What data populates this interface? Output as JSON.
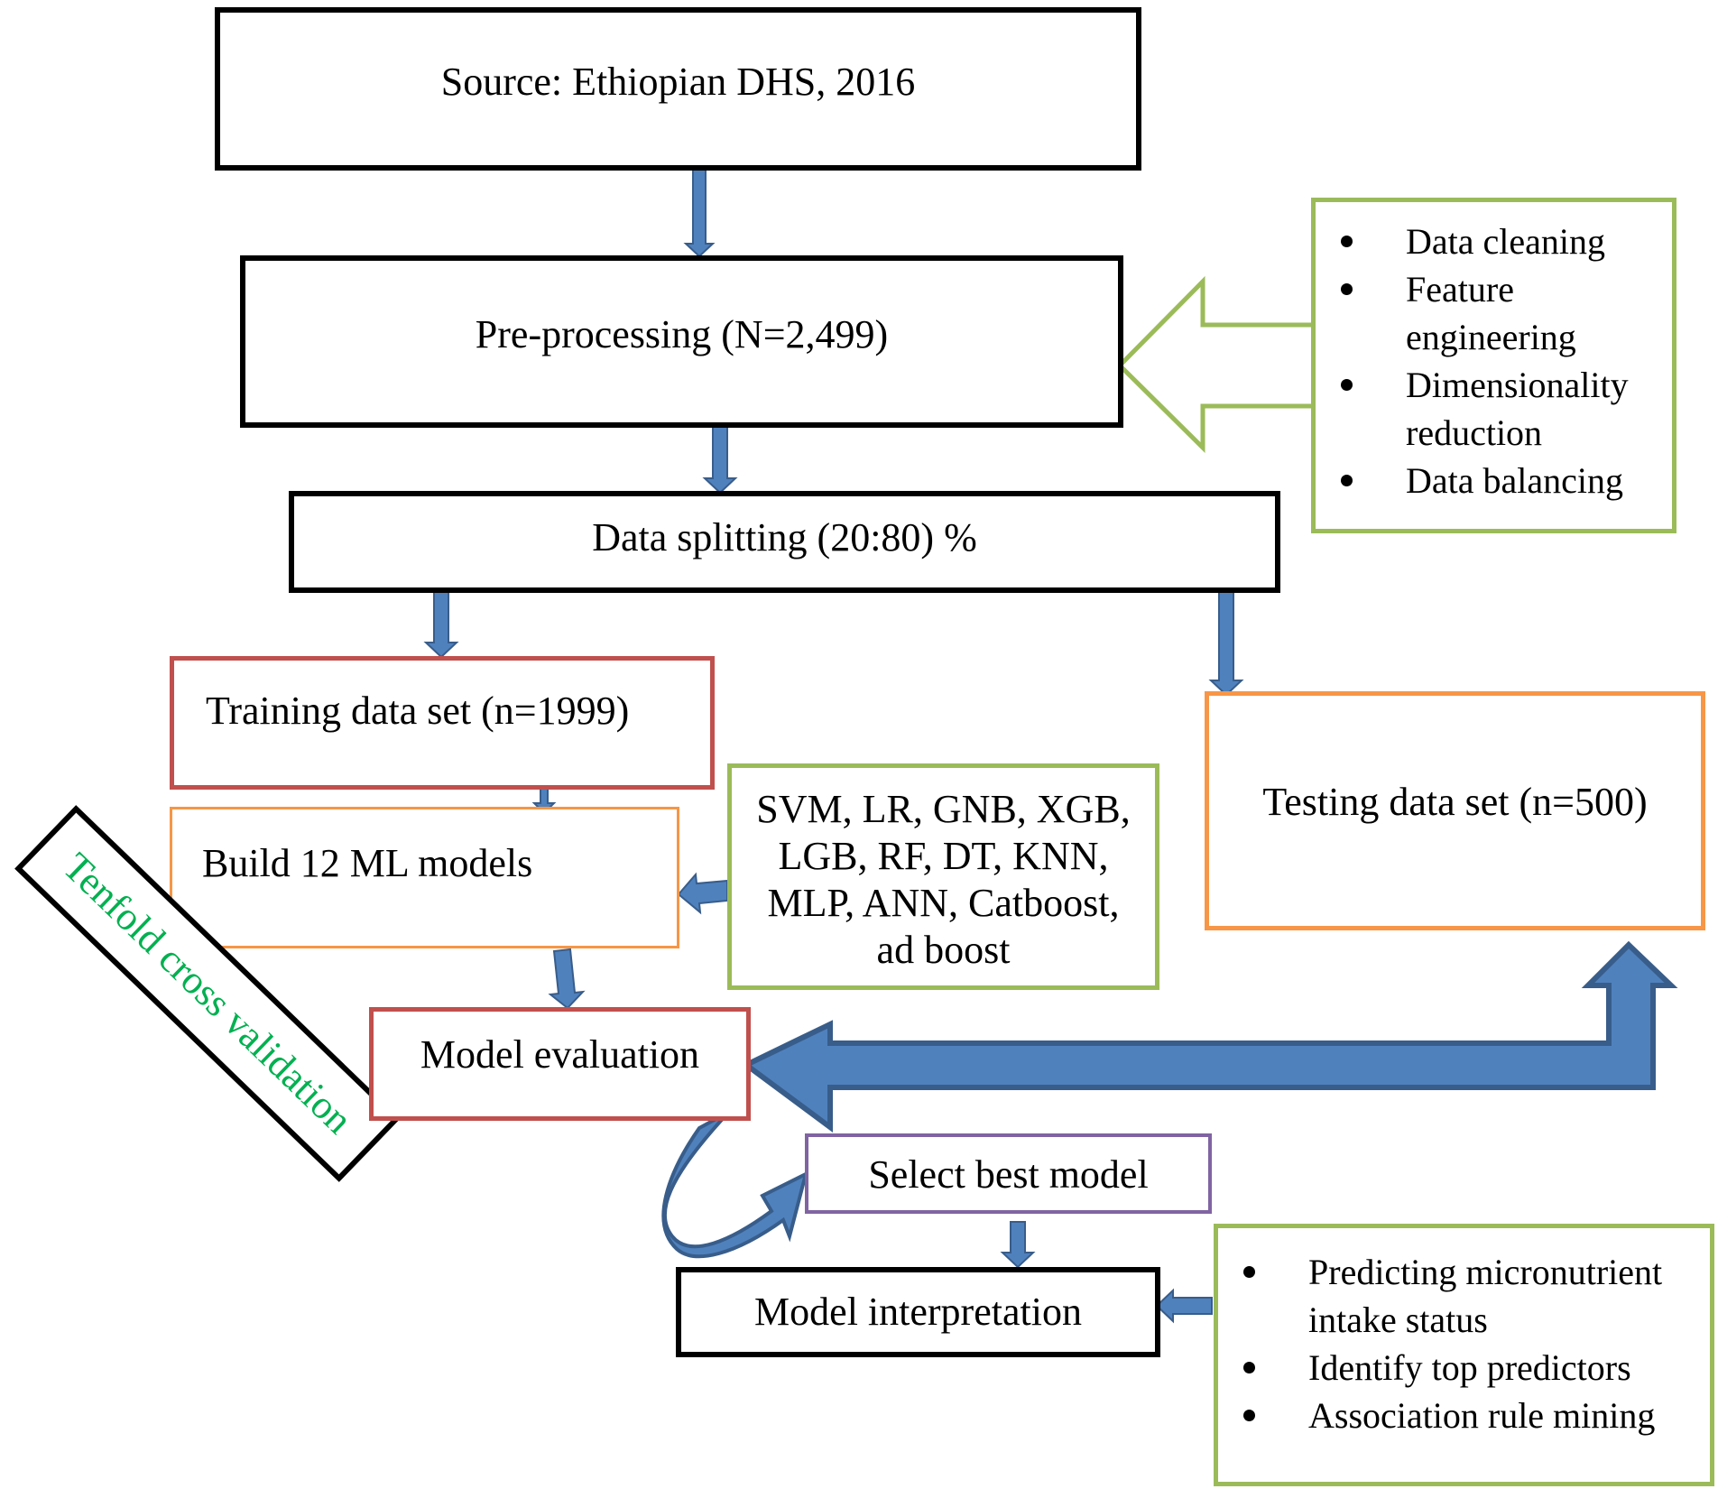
{
  "diagram": {
    "source": "Source: Ethiopian DHS, 2016",
    "preprocessing": "Pre-processing (N=2,499)",
    "preprocessing_steps": [
      "Data cleaning",
      "Feature engineering",
      "Dimensionality reduction",
      "Data balancing"
    ],
    "splitting": "Data splitting (20:80) %",
    "training": "Training data set (n=1999)",
    "testing": "Testing data set (n=500)",
    "build_models": "Build 12 ML models",
    "models_list": [
      "SVM, LR, GNB, XGB,",
      "LGB, RF, DT, KNN,",
      "MLP, ANN, Catboost,",
      "ad boost"
    ],
    "evaluation": "Model evaluation",
    "cross_validation": "Tenfold cross validation",
    "select_best": "Select best model",
    "interpretation": "Model interpretation",
    "interpretation_outputs": [
      "Predicting micronutrient intake status",
      "Identify top predictors",
      "Association rule mining"
    ]
  },
  "colors": {
    "arrow_blue": "#4f81bd",
    "arrow_outline": "#385d8a",
    "red_border": "#c0504d",
    "orange_border": "#f79646",
    "green_border": "#9bbb59",
    "purple_border": "#8064a2",
    "tenfold_text": "#00b050"
  }
}
